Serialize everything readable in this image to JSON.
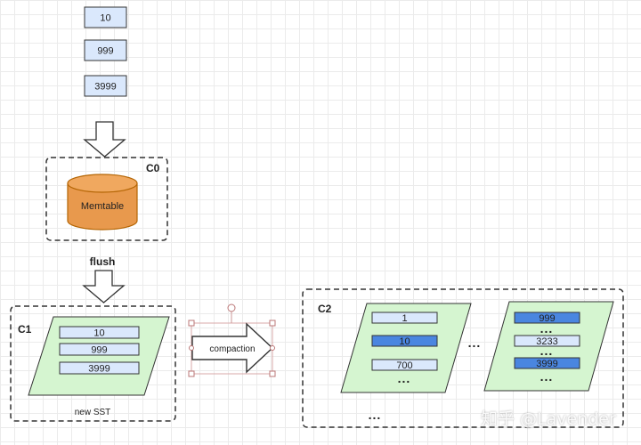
{
  "input_keys": [
    "10",
    "999",
    "3999"
  ],
  "c0": {
    "label": "C0",
    "memtable": "Memtable"
  },
  "flush_label": "flush",
  "c1": {
    "label": "C1",
    "sst_keys": [
      "10",
      "999",
      "3999"
    ],
    "caption": "new SST"
  },
  "compaction_label": "compaction",
  "c2": {
    "label": "C2",
    "sst1_keys": [
      "1",
      "10",
      "700"
    ],
    "sst2_keys": [
      "999",
      "3233",
      "3999"
    ],
    "ellipsis": "..."
  },
  "watermark": "知乎 @Lavender",
  "colors": {
    "key_fill": "#dae8fc",
    "key_stroke": "#6c8ebf",
    "highlight_fill": "#4a86e0",
    "sst_fill": "#d5f5d0",
    "memtable_fill": "#e8994d",
    "memtable_stroke": "#b46504"
  }
}
